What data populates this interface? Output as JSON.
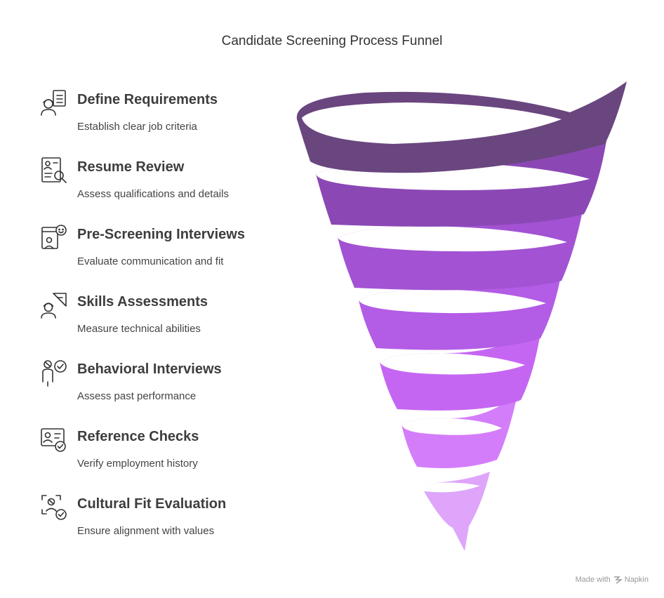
{
  "title": "Candidate Screening Process Funnel",
  "steps": [
    {
      "name": "Define Requirements",
      "description": "Establish clear job criteria",
      "icon": "worker-clipboard-icon"
    },
    {
      "name": "Resume Review",
      "description": "Assess qualifications and details",
      "icon": "resume-search-icon"
    },
    {
      "name": "Pre-Screening Interviews",
      "description": "Evaluate communication and fit",
      "icon": "interview-chat-icon"
    },
    {
      "name": "Skills Assessments",
      "description": "Measure technical abilities",
      "icon": "worker-triangle-icon"
    },
    {
      "name": "Behavioral Interviews",
      "description": "Assess past performance",
      "icon": "person-check-icon"
    },
    {
      "name": "Reference Checks",
      "description": "Verify employment history",
      "icon": "id-card-check-icon"
    },
    {
      "name": "Cultural Fit Evaluation",
      "description": "Ensure alignment with values",
      "icon": "person-focus-check-icon"
    }
  ],
  "colors": [
    "#6a467f",
    "#8b48b5",
    "#a252d3",
    "#b35ce6",
    "#c566f3",
    "#d47dfa",
    "#dea5fa"
  ],
  "credit": {
    "prefix": "Made with",
    "brand": "Napkin"
  }
}
